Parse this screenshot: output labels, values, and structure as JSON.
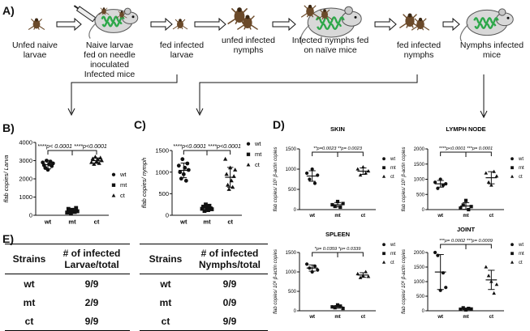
{
  "panel_a": {
    "letter": "A)",
    "stages": [
      {
        "label": "Unfed naive\nlarvae",
        "icon": "tick-larva-icon"
      },
      {
        "label": "Naive larvae\nfed on needle\ninoculated\nInfected mice",
        "icon": "syringe-mouse-icon"
      },
      {
        "label": "fed infected\nlarvae",
        "icon": "tick-larva-icon"
      },
      {
        "label": "unfed infected\nnymphs",
        "icon": "tick-nymph-icon"
      },
      {
        "label": "Infected nymphs fed\non naïve mice",
        "icon": "tick-mouse-icon"
      },
      {
        "label": "fed infected\nnymphs",
        "icon": "tick-nymph-icon"
      },
      {
        "label": "Nymphs infected\nmice",
        "icon": "mouse-icon"
      }
    ],
    "colors": {
      "mouse_body": "#d8d8d8",
      "spirochete": "#2ea84a",
      "tick": "#6b4a2a"
    }
  },
  "panel_b": {
    "letter": "B)"
  },
  "panel_c": {
    "letter": "C)"
  },
  "panel_d": {
    "letter": "D)"
  },
  "panel_e": {
    "letter": "E)",
    "tables": [
      {
        "headers": [
          "Strains",
          "# of infected\nLarvae/total"
        ],
        "rows": [
          [
            "wt",
            "9/9"
          ],
          [
            "mt",
            "2/9"
          ],
          [
            "ct",
            "9/9"
          ]
        ]
      },
      {
        "headers": [
          "Strains",
          "# of infected\nNymphs/total"
        ],
        "rows": [
          [
            "wt",
            "9/9"
          ],
          [
            "mt",
            "0/9"
          ],
          [
            "ct",
            "9/9"
          ]
        ]
      }
    ]
  },
  "legend": {
    "entries": [
      {
        "name": "wt",
        "marker": "circle"
      },
      {
        "name": "mt",
        "marker": "square"
      },
      {
        "name": "ct",
        "marker": "triangle"
      }
    ]
  },
  "chart_data": [
    {
      "id": "B",
      "type": "scatter",
      "title": "",
      "ylabel": "flab copies/ Larva",
      "categories": [
        "wt",
        "mt",
        "ct"
      ],
      "ylim": [
        0,
        4000
      ],
      "yticks": [
        "0",
        "1000",
        "2000",
        "3000",
        "4000"
      ],
      "annotation": "****p< 0.0001  ****p<0.0001",
      "series": [
        {
          "name": "wt",
          "marker": "circle",
          "values": [
            2900,
            2750,
            2600,
            3000,
            2500,
            2800,
            2950,
            2700,
            2850
          ],
          "mean": 2780,
          "sd": 230
        },
        {
          "name": "mt",
          "marker": "square",
          "values": [
            150,
            350,
            250,
            100,
            300,
            200,
            180,
            400,
            220
          ],
          "mean": 250,
          "sd": 110
        },
        {
          "name": "ct",
          "marker": "triangle",
          "values": [
            2900,
            3100,
            2800,
            3200,
            2950,
            3050,
            2850,
            3150,
            3000
          ],
          "mean": 3000,
          "sd": 150
        }
      ]
    },
    {
      "id": "C",
      "type": "scatter",
      "title": "",
      "ylabel": "flab copies/ nymph",
      "categories": [
        "wt",
        "mt",
        "ct"
      ],
      "ylim": [
        0,
        1500
      ],
      "yticks": [
        "0",
        "500",
        "1000",
        "1500"
      ],
      "annotation": "****p<0.0001 ****p<0.0001",
      "series": [
        {
          "name": "wt",
          "marker": "circle",
          "values": [
            1150,
            1000,
            850,
            1300,
            950,
            1100,
            800,
            1200,
            1050
          ],
          "mean": 1040,
          "sd": 170
        },
        {
          "name": "mt",
          "marker": "square",
          "values": [
            150,
            200,
            100,
            250,
            180,
            120,
            220,
            160,
            140
          ],
          "mean": 170,
          "sd": 50
        },
        {
          "name": "ct",
          "marker": "triangle",
          "values": [
            1300,
            950,
            700,
            600,
            1100,
            800,
            650,
            900,
            1050
          ],
          "mean": 880,
          "sd": 230
        }
      ]
    },
    {
      "id": "D-skin",
      "type": "scatter",
      "title": "SKIN",
      "ylabel": "flab copies/ 10⁶ β-actin copies",
      "categories": [
        "wt",
        "mt",
        "ct"
      ],
      "ylim": [
        0,
        1500
      ],
      "yticks": [
        "0",
        "500",
        "1000",
        "1500"
      ],
      "annotation": "**p=0.0023  **p= 0.0023",
      "series": [
        {
          "name": "wt",
          "marker": "circle",
          "values": [
            900,
            750,
            1000,
            650,
            850
          ],
          "mean": 830,
          "sd": 130
        },
        {
          "name": "mt",
          "marker": "square",
          "values": [
            120,
            80,
            200,
            60,
            150
          ],
          "mean": 120,
          "sd": 55
        },
        {
          "name": "ct",
          "marker": "triangle",
          "values": [
            1000,
            850,
            1050,
            900,
            950
          ],
          "mean": 950,
          "sd": 80
        }
      ]
    },
    {
      "id": "D-lymph",
      "type": "scatter",
      "title": "LYMPH NODE",
      "ylabel": "flab copies/ 10⁶ β-actin copies",
      "categories": [
        "wt",
        "mt",
        "ct"
      ],
      "ylim": [
        0,
        2000
      ],
      "yticks": [
        "0",
        "500",
        "1000",
        "1500",
        "2000"
      ],
      "annotation": "****p<0.0001 ***p= 0.0001",
      "series": [
        {
          "name": "wt",
          "marker": "circle",
          "values": [
            900,
            700,
            1000,
            800,
            850
          ],
          "mean": 850,
          "sd": 110
        },
        {
          "name": "mt",
          "marker": "square",
          "values": [
            50,
            150,
            300,
            0,
            100
          ],
          "mean": 120,
          "sd": 110
        },
        {
          "name": "ct",
          "marker": "triangle",
          "values": [
            1200,
            900,
            800,
            1250,
            1100
          ],
          "mean": 1050,
          "sd": 200
        }
      ]
    },
    {
      "id": "D-spleen",
      "type": "scatter",
      "title": "SPLEEN",
      "ylabel": "flab copies/ 10⁶ β-actin copies",
      "categories": [
        "wt",
        "mt",
        "ct"
      ],
      "ylim": [
        0,
        1500
      ],
      "yticks": [
        "0",
        "500",
        "1000",
        "1500"
      ],
      "annotation": "*p= 0.0359  *p= 0.0339",
      "series": [
        {
          "name": "wt",
          "marker": "circle",
          "values": [
            1200,
            1100,
            1000,
            1150,
            1050
          ],
          "mean": 1100,
          "sd": 80
        },
        {
          "name": "mt",
          "marker": "square",
          "values": [
            100,
            80,
            150,
            120,
            60
          ],
          "mean": 100,
          "sd": 35
        },
        {
          "name": "ct",
          "marker": "triangle",
          "values": [
            950,
            850,
            900,
            1000,
            880
          ],
          "mean": 920,
          "sd": 60
        }
      ]
    },
    {
      "id": "D-joint",
      "type": "scatter",
      "title": "JOINT",
      "ylabel": "flab copies/ 10⁶ β-actin copies",
      "categories": [
        "wt",
        "mt",
        "ct"
      ],
      "ylim": [
        0,
        2000
      ],
      "yticks": [
        "0",
        "500",
        "1000",
        "1500",
        "2000"
      ],
      "annotation": "***p= 0.0002 ***p= 0.0009",
      "series": [
        {
          "name": "wt",
          "marker": "circle",
          "values": [
            2000,
            1900,
            700,
            1300,
            800
          ],
          "mean": 1330,
          "sd": 600
        },
        {
          "name": "mt",
          "marker": "square",
          "values": [
            50,
            100,
            30,
            80,
            60
          ],
          "mean": 65,
          "sd": 30
        },
        {
          "name": "ct",
          "marker": "triangle",
          "values": [
            1500,
            1200,
            1000,
            600,
            900
          ],
          "mean": 1060,
          "sd": 330
        }
      ]
    }
  ]
}
